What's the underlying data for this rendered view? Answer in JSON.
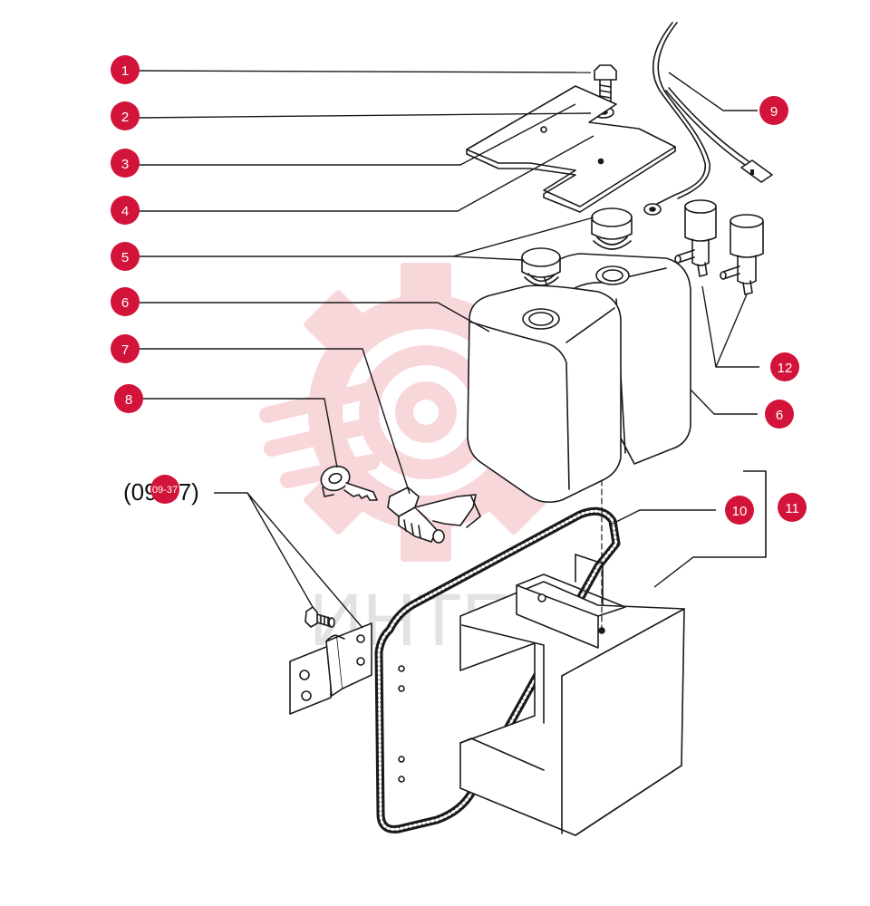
{
  "colors": {
    "badge": "#d3143a",
    "badge_text": "#ffffff",
    "line": "#1a1a1a",
    "watermark": "#f3b8bf",
    "watermark_text": "#c8c8c8"
  },
  "watermark": {
    "icon": "gear-target-logo",
    "text": "ИНТЕХ"
  },
  "reference": {
    "text": "(09-37)",
    "badge_label": "09-37"
  },
  "callouts": [
    {
      "id": "c1",
      "label": "1"
    },
    {
      "id": "c2",
      "label": "2"
    },
    {
      "id": "c3",
      "label": "3"
    },
    {
      "id": "c4",
      "label": "4"
    },
    {
      "id": "c5",
      "label": "5"
    },
    {
      "id": "c6a",
      "label": "6"
    },
    {
      "id": "c7",
      "label": "7"
    },
    {
      "id": "c8",
      "label": "8"
    },
    {
      "id": "c9",
      "label": "9"
    },
    {
      "id": "c10",
      "label": "10"
    },
    {
      "id": "c11",
      "label": "11"
    },
    {
      "id": "c12",
      "label": "12"
    },
    {
      "id": "c6b",
      "label": "6"
    }
  ]
}
